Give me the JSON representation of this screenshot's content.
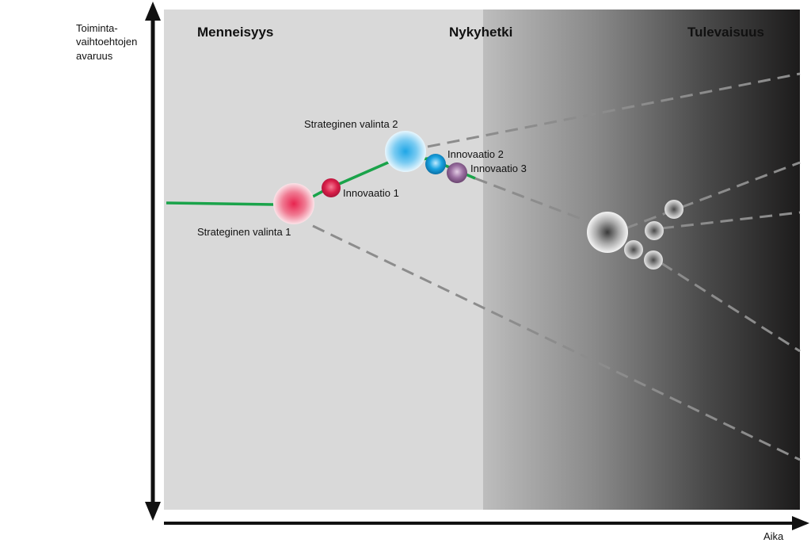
{
  "axes": {
    "y_label_lines": [
      "Toiminta-",
      "vaihtoehtojen",
      "avaruus"
    ],
    "x_label": "Aika"
  },
  "periods": {
    "past": "Menneisyys",
    "present": "Nykyhetki",
    "future": "Tulevaisuus"
  },
  "nodes": {
    "choice1": "Strateginen valinta 1",
    "choice2": "Strateginen valinta 2",
    "innovation1": "Innovaatio 1",
    "innovation2": "Innovaatio 2",
    "innovation3": "Innovaatio 3"
  },
  "colors": {
    "path": "#1aa34a",
    "choice1": "#e8244f",
    "innovation1": "#d81e48",
    "choice2": "#1fa6e6",
    "innovation2": "#19a2e0",
    "innovation3": "#9a6fa0",
    "past_bg": "#d9d9d9",
    "future_dark": "#1c1b1b"
  }
}
